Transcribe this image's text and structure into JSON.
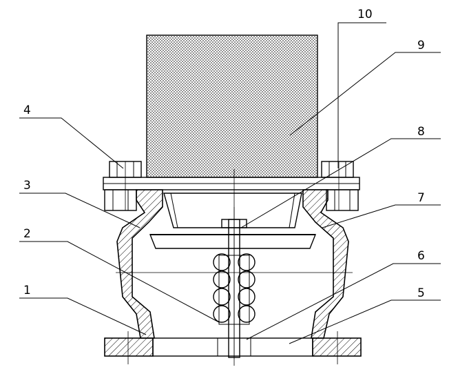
{
  "diagram": {
    "callouts": [
      {
        "id": "label-1",
        "text": "1"
      },
      {
        "id": "label-2",
        "text": "2"
      },
      {
        "id": "label-3",
        "text": "3"
      },
      {
        "id": "label-4",
        "text": "4"
      },
      {
        "id": "label-5",
        "text": "5"
      },
      {
        "id": "label-6",
        "text": "6"
      },
      {
        "id": "label-7",
        "text": "7"
      },
      {
        "id": "label-8",
        "text": "8"
      },
      {
        "id": "label-9",
        "text": "9"
      },
      {
        "id": "label-10",
        "text": "10"
      }
    ]
  }
}
